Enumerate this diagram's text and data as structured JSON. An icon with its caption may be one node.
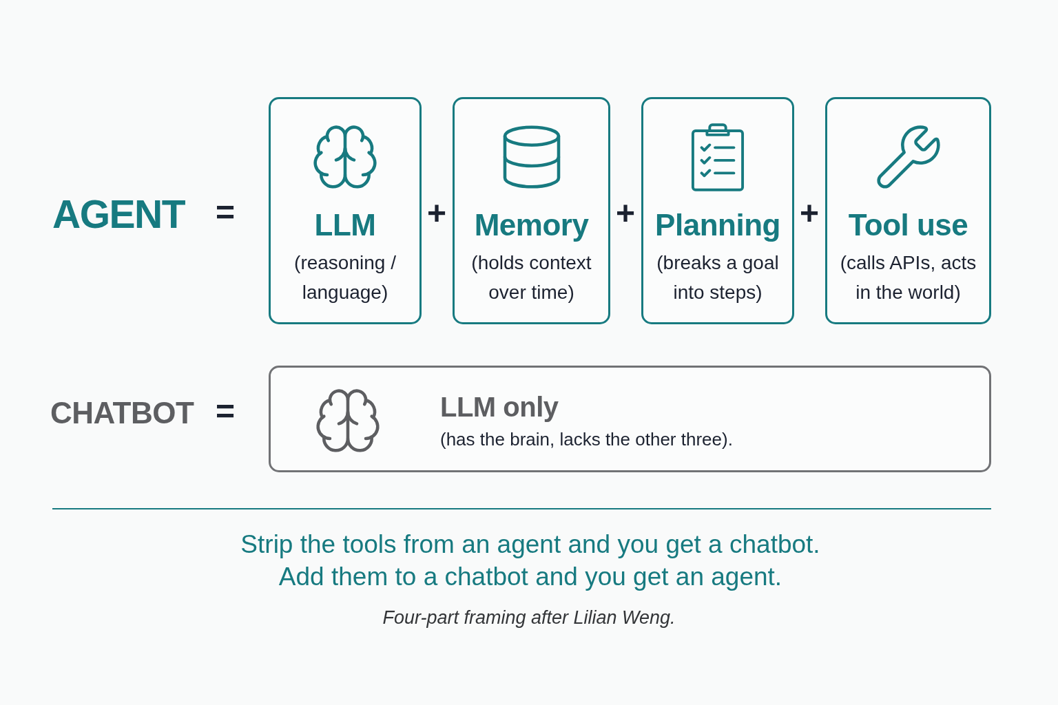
{
  "diagram": {
    "caption": "Strip the tools from an agent and you get a chatbot. Add them to a chatbot and you get an agent.",
    "nodes": [
      {
        "text": [
          "LLM",
          "(reasoning / language)"
        ]
      },
      {
        "text": [
          "Memory",
          "(holds context over time)"
        ]
      },
      {
        "text": [
          "Planning",
          "(breaks a goal into steps)"
        ]
      },
      {
        "text": [
          "Tool use",
          "(calls APIs, acts in the world)"
        ]
      },
      {
        "text": [
          "LLM only",
          "(has the brain, lacks the other three)."
        ]
      }
    ],
    "edges": [],
    "labels": [
      "AGENT",
      "=",
      "+",
      "+",
      "+",
      "CHATBOT",
      "=",
      "Four-part framing after Lilian Weng."
    ]
  }
}
